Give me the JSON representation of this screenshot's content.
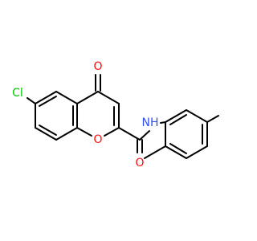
{
  "molecule": {
    "atom_labels": {
      "chlorine": "Cl",
      "ketone_oxygen": "O",
      "ring_oxygen": "O",
      "amide_oxygen": "O",
      "amide_nitrogen": "NH"
    },
    "colors": {
      "bond": "#000000",
      "chlorine": "#00CC00",
      "oxygen": "#FF0D0D",
      "nitrogen": "#3050F8"
    }
  }
}
